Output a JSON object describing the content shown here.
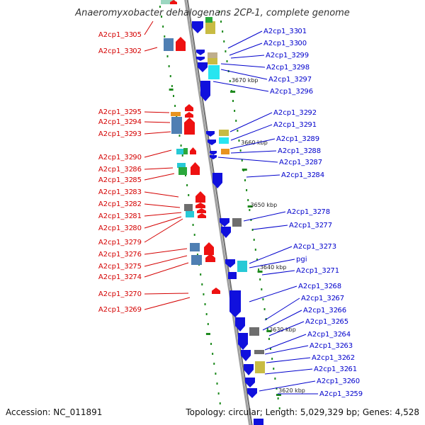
{
  "title": "Anaeromyxobacter dehalogenans 2CP-1, complete genome",
  "footer": {
    "accession": "Accession: NC_011891",
    "summary": "Topology: circular; Length: 5,029,329 bp; Genes: 4,528"
  },
  "colors": {
    "forward_strand": "#ee1111",
    "reverse_strand": "#1010dd",
    "left_label": "#d40000",
    "right_label": "#0000cc",
    "backbone": "#8c8c8c",
    "tick": "#1e8a1e"
  },
  "kbp_markers": [
    "3670 kbp",
    "3660 kbp",
    "3650 kbp",
    "3640 kbp",
    "3630 kbp",
    "3620 kbp"
  ],
  "left_labels": [
    "A2cp1_3305",
    "A2cp1_3302",
    "A2cp1_3295",
    "A2cp1_3294",
    "A2cp1_3293",
    "A2cp1_3290",
    "A2cp1_3286",
    "A2cp1_3285",
    "A2cp1_3283",
    "A2cp1_3282",
    "A2cp1_3281",
    "A2cp1_3280",
    "A2cp1_3279",
    "A2cp1_3276",
    "A2cp1_3275",
    "A2cp1_3274",
    "A2cp1_3270",
    "A2cp1_3269"
  ],
  "right_labels": [
    "A2cp1_3301",
    "A2cp1_3300",
    "A2cp1_3299",
    "A2cp1_3298",
    "A2cp1_3297",
    "A2cp1_3296",
    "A2cp1_3292",
    "A2cp1_3291",
    "A2cp1_3289",
    "A2cp1_3288",
    "A2cp1_3287",
    "A2cp1_3284",
    "A2cp1_3278",
    "A2cp1_3277",
    "A2cp1_3273",
    "pgi",
    "A2cp1_3271",
    "A2cp1_3268",
    "A2cp1_3267",
    "A2cp1_3266",
    "A2cp1_3265",
    "A2cp1_3264",
    "A2cp1_3263",
    "A2cp1_3262",
    "A2cp1_3261",
    "A2cp1_3260",
    "A2cp1_3259"
  ]
}
